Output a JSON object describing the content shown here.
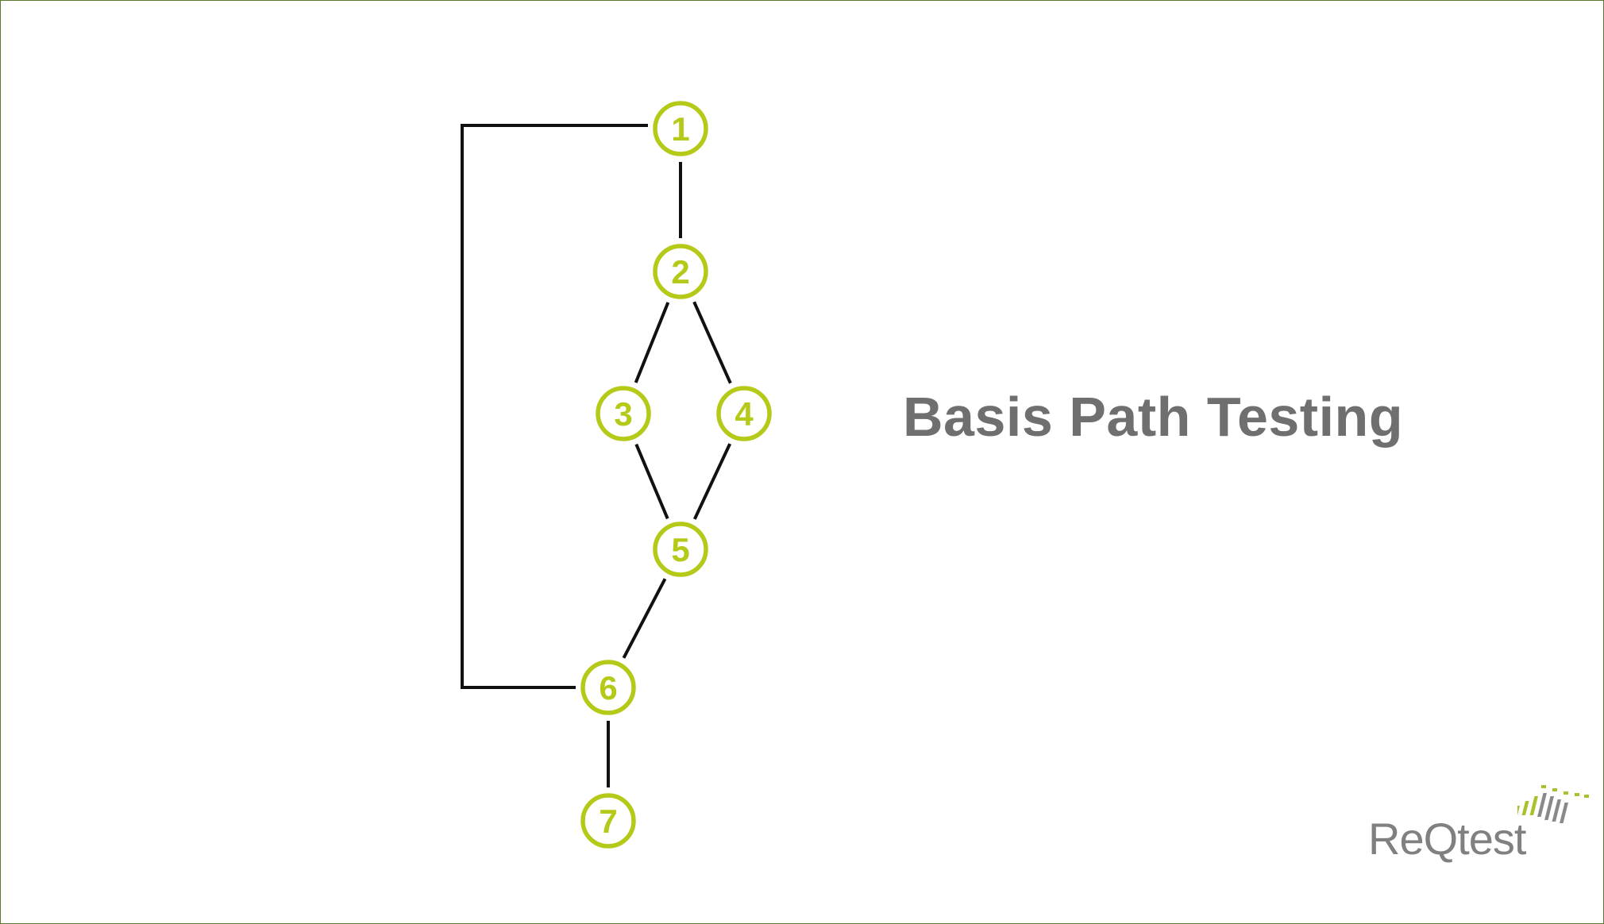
{
  "title": "Basis Path Testing",
  "logo": {
    "text": "ReQtest"
  },
  "colors": {
    "node_stroke": "#b5c918",
    "node_text": "#b5c918",
    "edge": "#111111",
    "title": "#6f6f6f",
    "logo_text": "#808080",
    "logo_mark": "#a9c22b"
  },
  "nodes": [
    {
      "id": "1",
      "label": "1"
    },
    {
      "id": "2",
      "label": "2"
    },
    {
      "id": "3",
      "label": "3"
    },
    {
      "id": "4",
      "label": "4"
    },
    {
      "id": "5",
      "label": "5"
    },
    {
      "id": "6",
      "label": "6"
    },
    {
      "id": "7",
      "label": "7"
    }
  ],
  "edges": [
    {
      "from": "1",
      "to": "2"
    },
    {
      "from": "2",
      "to": "3"
    },
    {
      "from": "2",
      "to": "4"
    },
    {
      "from": "3",
      "to": "5"
    },
    {
      "from": "4",
      "to": "5"
    },
    {
      "from": "5",
      "to": "6"
    },
    {
      "from": "6",
      "to": "7"
    },
    {
      "from": "6",
      "to": "1",
      "routing": "loop-left"
    }
  ]
}
